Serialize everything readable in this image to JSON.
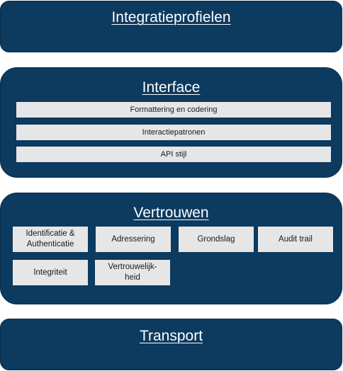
{
  "integratieprofielen": {
    "title": "Integratieprofielen"
  },
  "interface": {
    "title": "Interface",
    "items": [
      "Formattering en codering",
      "Interactiepatronen",
      "API stijl"
    ]
  },
  "vertrouwen": {
    "title": "Vertrouwen",
    "items": [
      "Identificatie &\nAuthenticatie",
      "Adressering",
      "Grondslag",
      "Audit trail",
      "Integriteit",
      "Vertrouwelijk-\nheid"
    ]
  },
  "transport": {
    "title": "Transport"
  }
}
